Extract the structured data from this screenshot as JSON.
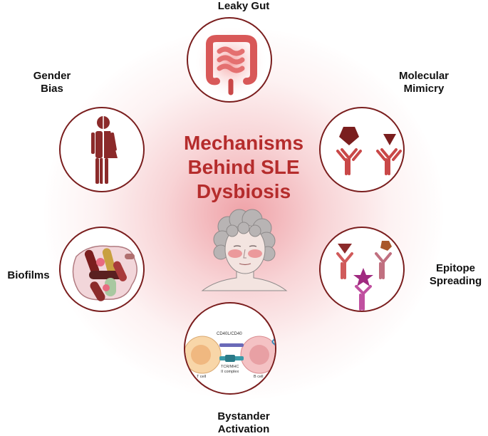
{
  "title": {
    "line1": "Mechanisms",
    "line2": "Behind SLE",
    "line3": "Dysbiosis"
  },
  "mechanisms": {
    "leaky_gut": {
      "label": "Leaky Gut"
    },
    "gender_bias": {
      "label_line1": "Gender",
      "label_line2": "Bias"
    },
    "molecular_mimicry": {
      "label_line1": "Molecular",
      "label_line2": "Mimicry"
    },
    "biofilms": {
      "label": "Biofilms"
    },
    "epitope_spreading": {
      "label_line1": "Epitope",
      "label_line2": "Spreading"
    },
    "bystander_activation": {
      "label_line1": "Bystander",
      "label_line2": "Activation",
      "diagram": {
        "cd40_label": "CD40L/CD40",
        "tcr_label_line1": "TCR/MHC",
        "tcr_label_line2": "II complex",
        "t_cell_label": "T cell",
        "b_cell_label": "B cell"
      }
    }
  },
  "colors": {
    "title": "#b52c2c",
    "outline": "#7a1e1e",
    "dark_red": "#8b2a2a",
    "glow": "#e25660"
  }
}
